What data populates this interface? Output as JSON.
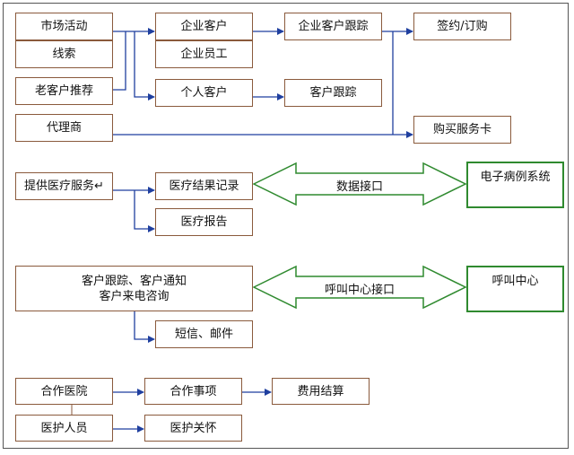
{
  "boxes": {
    "market_activity": "市场活动",
    "leads": "线索",
    "old_customer_referral": "老客户推荐",
    "agent": "代理商",
    "enterprise_customer": "企业客户",
    "enterprise_employee": "企业员工",
    "individual_customer": "个人客户",
    "enterprise_customer_tracking": "企业客户跟踪",
    "customer_tracking": "客户跟踪",
    "sign_order": "签约/订购",
    "buy_service_card": "购买服务卡",
    "provide_medical_service": "提供医疗服务↵",
    "medical_result_record": "医疗结果记录",
    "medical_report": "医疗报告",
    "emr_system": "电子病例系统",
    "customer_notify": "客户跟踪、客户通知\n客户来电咨询",
    "sms_mail": "短信、邮件",
    "call_center": "呼叫中心",
    "partner_hospital": "合作医院",
    "medical_staff": "医护人员",
    "cooperation_items": "合作事项",
    "fee_settlement": "费用结算",
    "medical_care": "医护关怀"
  },
  "interfaces": {
    "data_interface": "数据接口",
    "call_center_interface": "呼叫中心接口"
  },
  "colors": {
    "box_border": "#8a5a3c",
    "arrow_blue": "#1f3f9f",
    "interface_green": "#2f8a2f"
  }
}
